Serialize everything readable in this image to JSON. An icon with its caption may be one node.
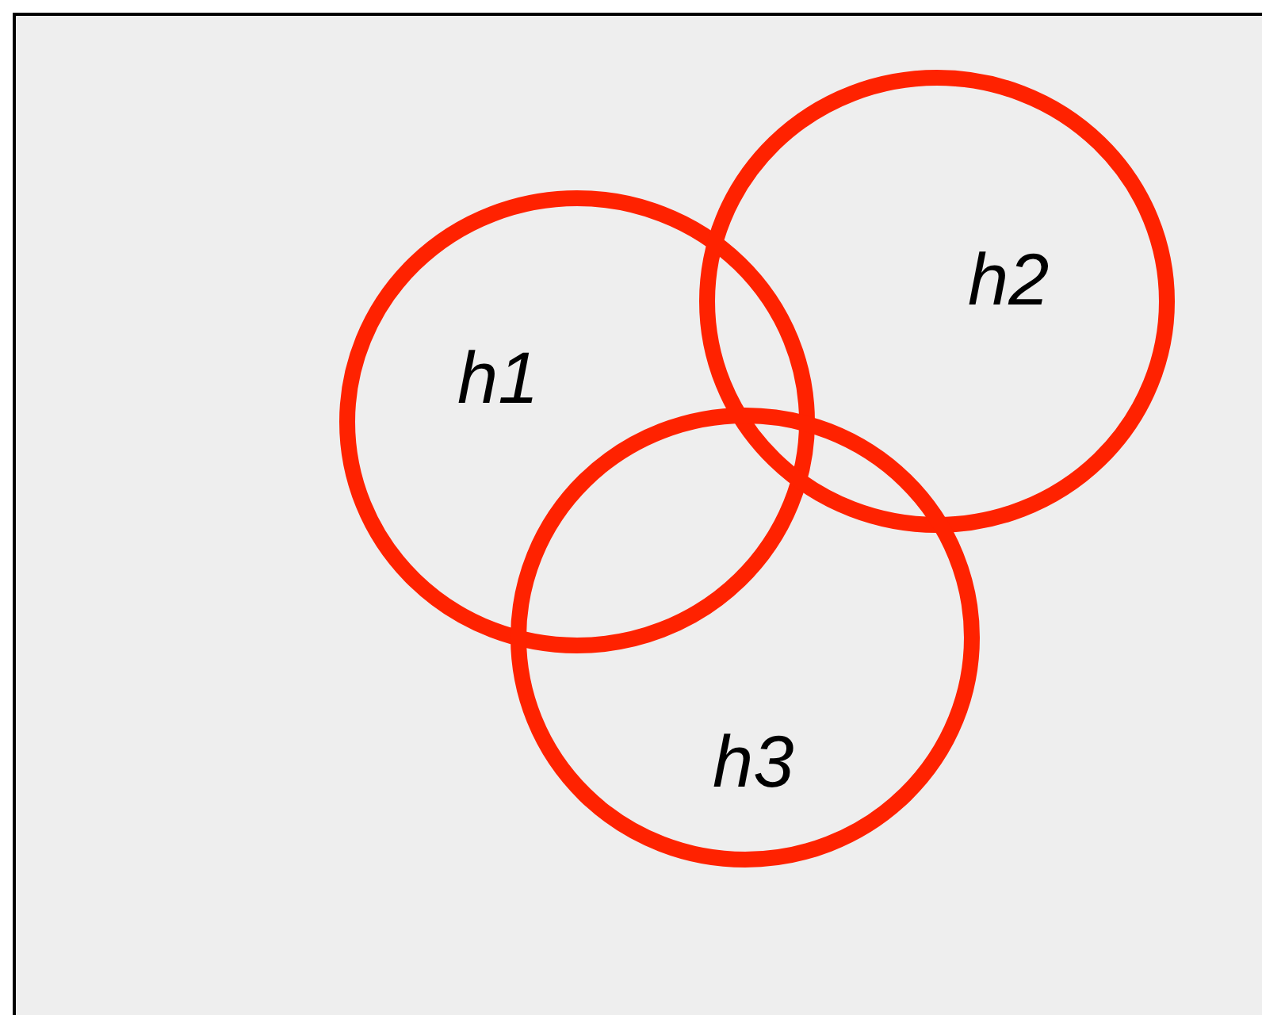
{
  "diagram": {
    "nodes": [
      {
        "text": [
          "h1"
        ]
      },
      {
        "text": [
          "h2"
        ]
      },
      {
        "text": [
          "h3"
        ]
      }
    ]
  }
}
